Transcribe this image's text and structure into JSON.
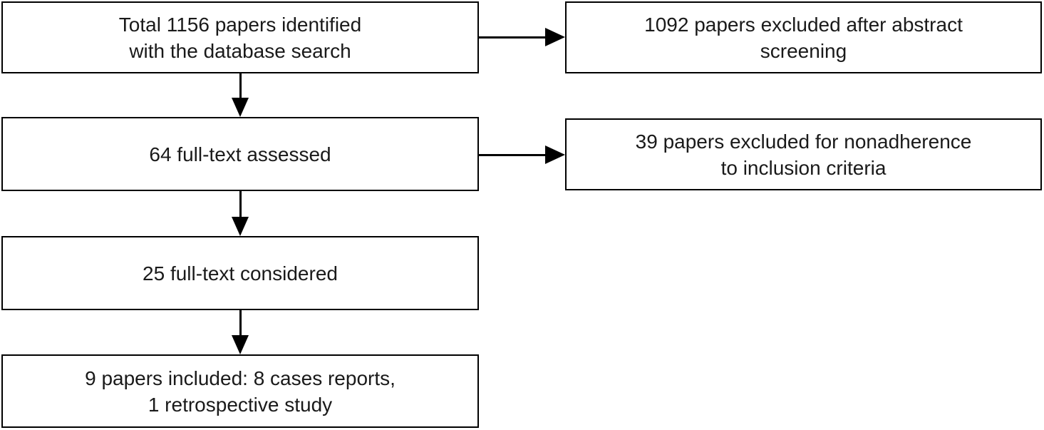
{
  "diagram": {
    "kind": "flowchart",
    "colors": {
      "background": "#ffffff",
      "box_fill": "#ffffff",
      "box_border": "#000000",
      "arrow": "#000000",
      "text": "#1a1a1a"
    },
    "nodes": [
      {
        "id": "identified",
        "text": "Total 1156 papers identified\nwith the database search"
      },
      {
        "id": "excluded-abstract",
        "text": "1092 papers excluded after abstract\nscreening"
      },
      {
        "id": "assessed",
        "text": "64 full-text assessed"
      },
      {
        "id": "excluded-criteria",
        "text": "39 papers excluded for nonadherence\nto inclusion criteria"
      },
      {
        "id": "considered",
        "text": "25 full-text considered"
      },
      {
        "id": "included",
        "text": "9 papers included: 8 cases reports,\n1 retrospective study"
      }
    ],
    "edges": [
      {
        "from": "identified",
        "to": "excluded-abstract",
        "direction": "right"
      },
      {
        "from": "identified",
        "to": "assessed",
        "direction": "down"
      },
      {
        "from": "assessed",
        "to": "excluded-criteria",
        "direction": "right"
      },
      {
        "from": "assessed",
        "to": "considered",
        "direction": "down"
      },
      {
        "from": "considered",
        "to": "included",
        "direction": "down"
      }
    ]
  }
}
